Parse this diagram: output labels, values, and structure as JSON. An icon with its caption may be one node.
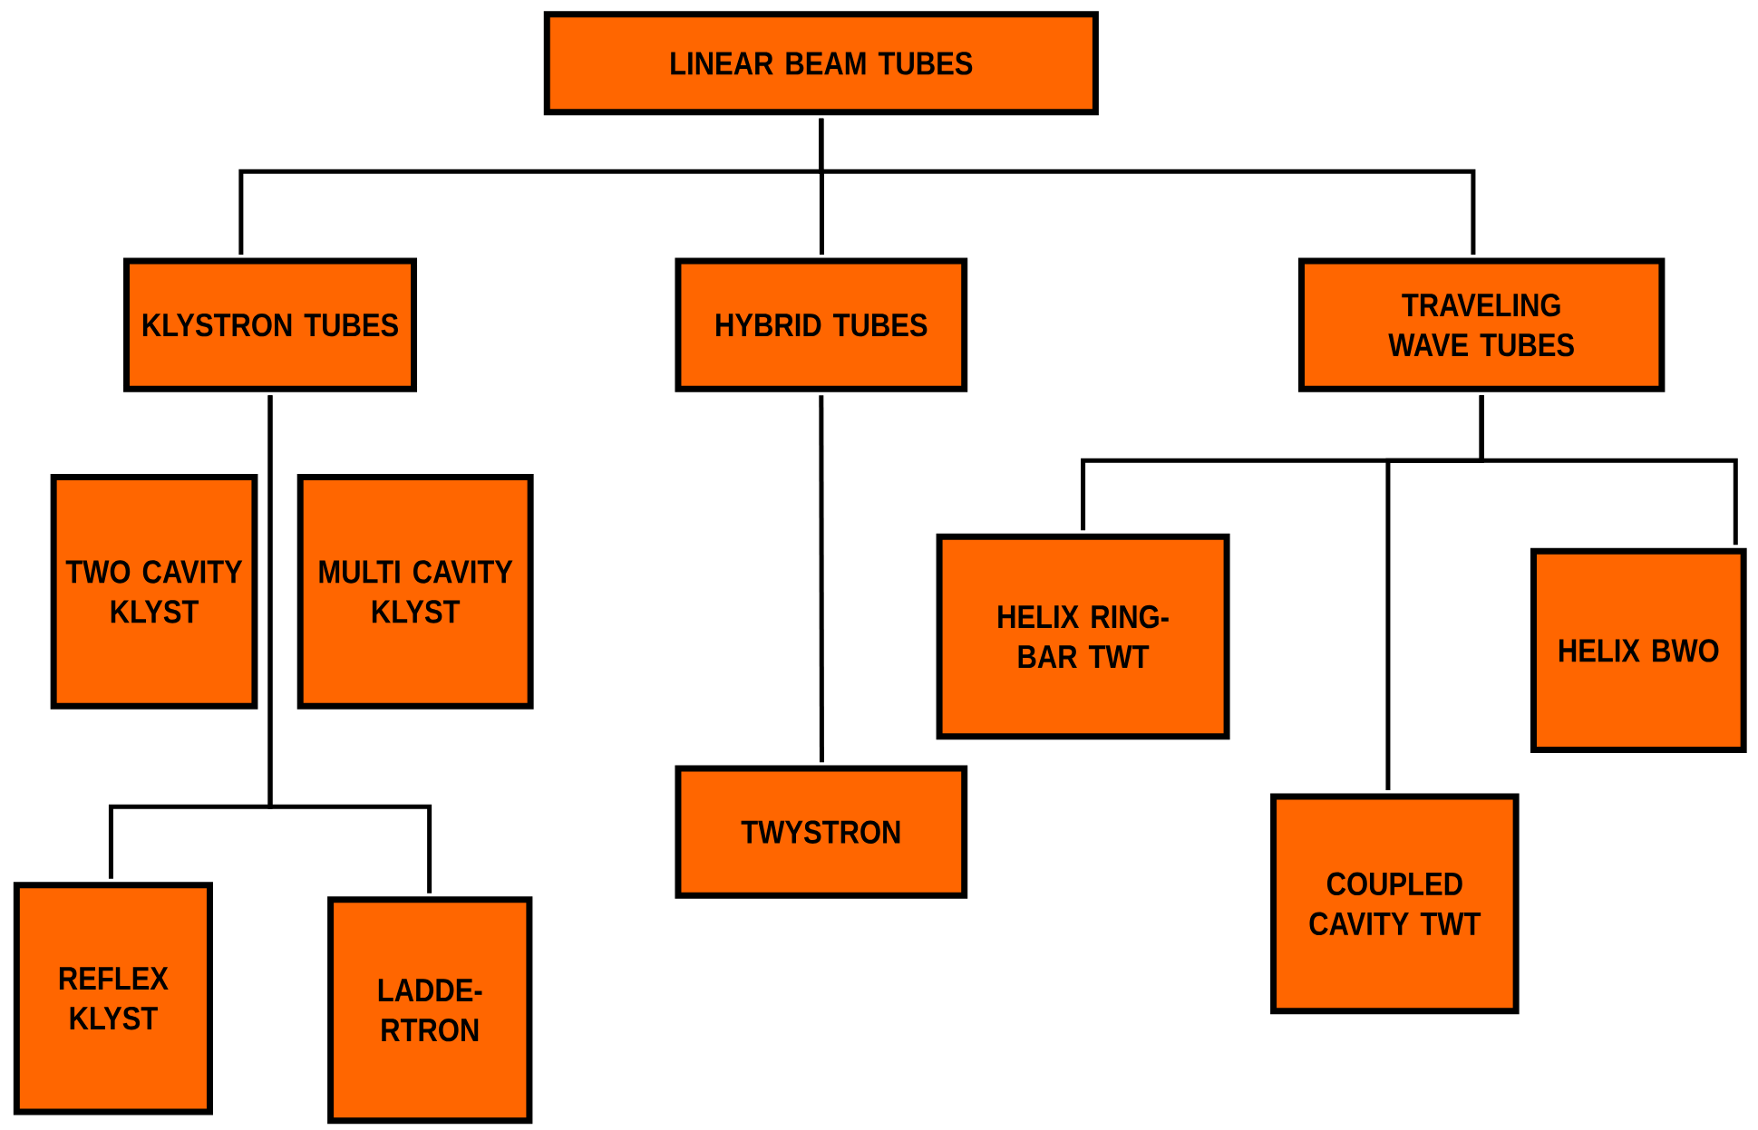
{
  "diagram": {
    "nodes": [
      {
        "text": [
          "LINEAR BEAM TUBES"
        ]
      },
      {
        "text": [
          "KLYSTRON TUBES"
        ]
      },
      {
        "text": [
          "HYBRID TUBES"
        ]
      },
      {
        "text": [
          "TRAVELING WAVE TUBES"
        ]
      },
      {
        "text": [
          "TWO CAVITY KLYST"
        ]
      },
      {
        "text": [
          "MULTI CAVITY KLYST"
        ]
      },
      {
        "text": [
          "REFLEX KLYST"
        ]
      },
      {
        "text": [
          "LADDE-RTRON"
        ]
      },
      {
        "text": [
          "TWYSTRON"
        ]
      },
      {
        "text": [
          "HELIX RING-BAR TWT"
        ]
      },
      {
        "text": [
          "COUPLED CAVITY TWT"
        ]
      },
      {
        "text": [
          "HELIX BWO"
        ]
      }
    ],
    "edges": [
      {
        "from": 0,
        "to": 1,
        "arrow": "none"
      },
      {
        "from": 0,
        "to": 2,
        "arrow": "none"
      },
      {
        "from": 0,
        "to": 3,
        "arrow": "none"
      },
      {
        "from": 1,
        "to": 6,
        "arrow": "none"
      },
      {
        "from": 1,
        "to": 7,
        "arrow": "none"
      },
      {
        "from": 2,
        "to": 8,
        "arrow": "none"
      },
      {
        "from": 3,
        "to": 9,
        "arrow": "none"
      },
      {
        "from": 3,
        "to": 10,
        "arrow": "none"
      },
      {
        "from": 3,
        "to": 11,
        "arrow": "none"
      }
    ]
  }
}
